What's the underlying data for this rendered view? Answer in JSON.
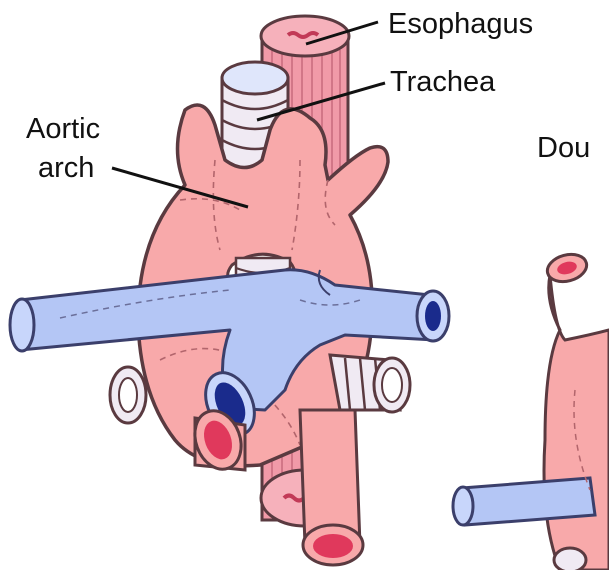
{
  "labels": {
    "esophagus": "Esophagus",
    "trachea": "Trachea",
    "aortic": "Aortic",
    "arch": "arch",
    "double_partial": "Dou"
  },
  "colors": {
    "aorta_fill": "#f8a9aa",
    "aorta_outline": "#6b4a4a",
    "vein_fill": "#b4c6f5",
    "vein_lumen": "#1a2b8c",
    "artery_lumen": "#e0395c",
    "esophagus_fill": "#f19aa8",
    "trachea_ring": "#f0eaf3",
    "background": "#ffffff"
  },
  "icons": {
    "leader_lines": "label-leader-line",
    "dashed_lines": "vessel-boundary-dashes"
  }
}
